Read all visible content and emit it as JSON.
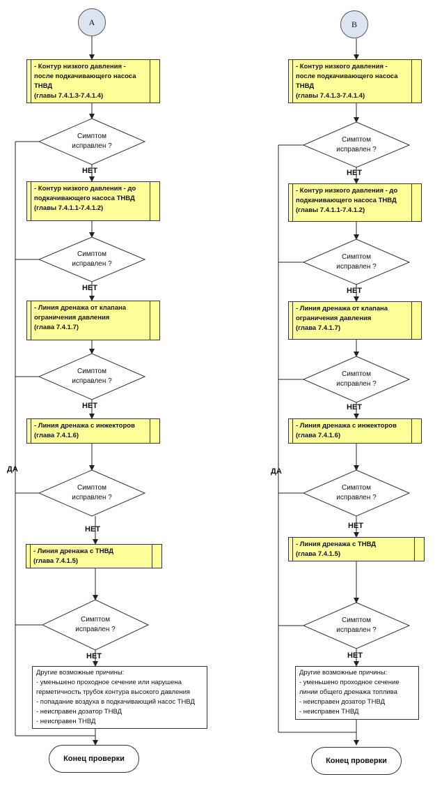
{
  "colors": {
    "step_fill": "#ffff99",
    "connector_fill": "#dbe5f1"
  },
  "left": {
    "connector": "A",
    "steps": [
      "- Контур низкого давления -\nпосле подкачивающего насоса\nТНВД\n(главы 7.4.1.3-7.4.1.4)",
      "- Контур низкого давления - до\nподкачивающего насоса ТНВД\n(главы 7.4.1.1-7.4.1.2)",
      "- Линия дренажа от клапана\nограничения давления\n(глава 7.4.1.7)",
      "- Линия дренажа с инжекторов\n(глава 7.4.1.6)",
      "- Линия дренажа с ТНВД\n(глава 7.4.1.5)"
    ],
    "decision": "Симптом\nисправлен ?",
    "no_label": "НЕТ",
    "yes_label": "ДА",
    "note": [
      "Другие возможные причины:",
      "- уменьшено проходное сечение или нарушена",
      "герметичность трубок контура высокого давления",
      "- попадание воздуха в подкачивающий насос ТНВД",
      "- неисправен дозатор ТНВД",
      "- неисправен ТНВД"
    ],
    "end": "Конец проверки"
  },
  "right": {
    "connector": "B",
    "steps": [
      "- Контур низкого давления -\nпосле подкачивающего насоса\nТНВД\n(главы 7.4.1.3-7.4.1.4)",
      "- Контур низкого давления - до\nподкачивающего насоса ТНВД\n(главы 7.4.1.1-7.4.1.2)",
      "- Линия дренажа от клапана\nограничения давления\n(глава 7.4.1.7)",
      "- Линия дренажа с инжекторов\n(глава 7.4.1.6)",
      "- Линия дренажа с ТНВД\n(глава 7.4.1.5)"
    ],
    "decision": "Симптом\nисправлен ?",
    "no_label": "НЕТ",
    "yes_label": "ДА",
    "note": [
      "Другие возможные причины:",
      "- уменьшено проходное сечение",
      "линии общего дренажа топлива",
      "- неисправен дозатор ТНВД",
      "- неисправен ТНВД"
    ],
    "end": "Конец проверки"
  }
}
